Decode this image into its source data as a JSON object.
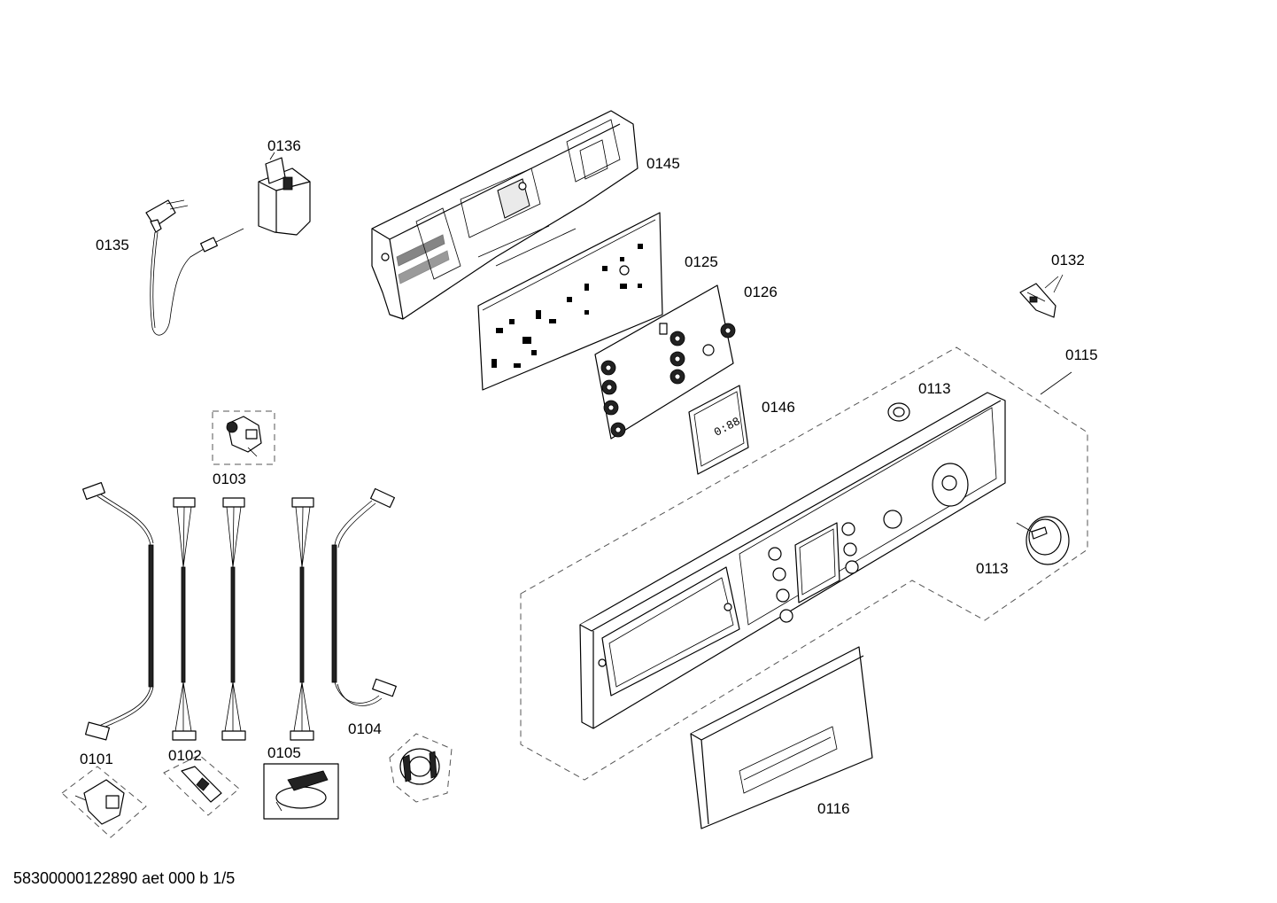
{
  "labels": {
    "p0136": "0136",
    "p0135": "0135",
    "p0145": "0145",
    "p0125": "0125",
    "p0126": "0126",
    "p0132": "0132",
    "p0115": "0115",
    "p0113a": "0113",
    "p0146": "0146",
    "p0113b": "0113",
    "p0103": "0103",
    "p0101": "0101",
    "p0102": "0102",
    "p0105": "0105",
    "p0104": "0104",
    "p0116": "0116"
  },
  "display_text": "0:88",
  "footer": "58300000122890 aet 000 b 1/5"
}
